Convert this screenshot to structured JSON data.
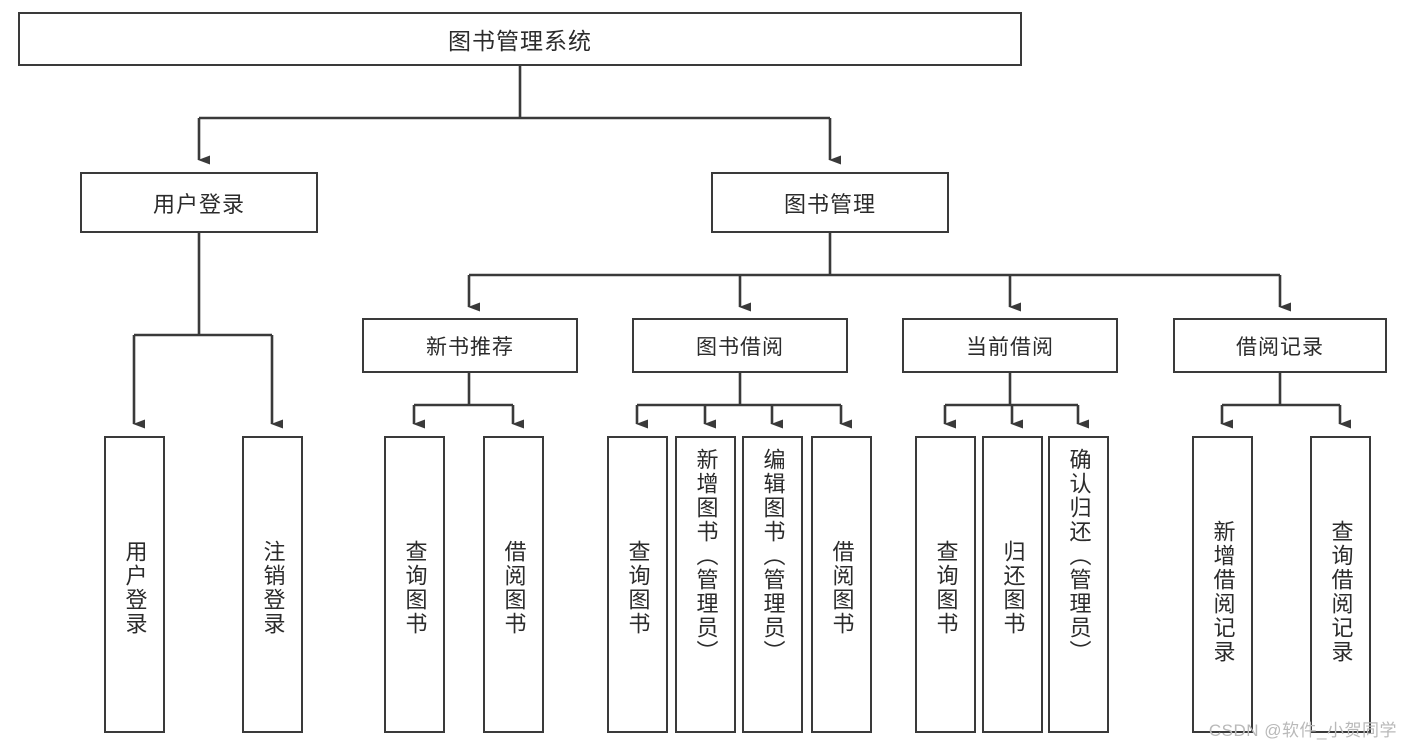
{
  "diagram": {
    "title_node": {
      "label": "图书管理系统"
    },
    "level1": [
      {
        "id": "user-login",
        "label": "用户登录"
      },
      {
        "id": "book-manage",
        "label": "图书管理"
      }
    ],
    "level2": [
      {
        "id": "new-book-rec",
        "label": "新书推荐"
      },
      {
        "id": "book-borrow",
        "label": "图书借阅"
      },
      {
        "id": "current-borrow",
        "label": "当前借阅"
      },
      {
        "id": "borrow-record",
        "label": "借阅记录"
      }
    ],
    "leaves": [
      {
        "id": "leaf-user-login",
        "label": "用户登录",
        "parent": "user-login"
      },
      {
        "id": "leaf-logout",
        "label": "注销登录",
        "parent": "user-login"
      },
      {
        "id": "leaf-query-book-1",
        "label": "查询图书",
        "parent": "new-book-rec"
      },
      {
        "id": "leaf-borrow-book-1",
        "label": "借阅图书",
        "parent": "new-book-rec"
      },
      {
        "id": "leaf-query-book-2",
        "label": "查询图书",
        "parent": "book-borrow"
      },
      {
        "id": "leaf-add-book",
        "label": "新增图书（管理员）",
        "parent": "book-borrow"
      },
      {
        "id": "leaf-edit-book",
        "label": "编辑图书（管理员）",
        "parent": "book-borrow"
      },
      {
        "id": "leaf-borrow-book-2",
        "label": "借阅图书",
        "parent": "book-borrow"
      },
      {
        "id": "leaf-query-book-3",
        "label": "查询图书",
        "parent": "current-borrow"
      },
      {
        "id": "leaf-return-book",
        "label": "归还图书",
        "parent": "current-borrow"
      },
      {
        "id": "leaf-confirm-return",
        "label": "确认归还（管理员）",
        "parent": "current-borrow"
      },
      {
        "id": "leaf-add-record",
        "label": "新增借阅记录",
        "parent": "borrow-record"
      },
      {
        "id": "leaf-query-record",
        "label": "查询借阅记录",
        "parent": "borrow-record"
      }
    ]
  },
  "watermark": {
    "text": "CSDN @软件_小贺同学"
  },
  "colors": {
    "line": "#3a3a3a",
    "text": "#2b2b2b",
    "background": "#ffffff",
    "watermark": "#b9b9b9"
  }
}
